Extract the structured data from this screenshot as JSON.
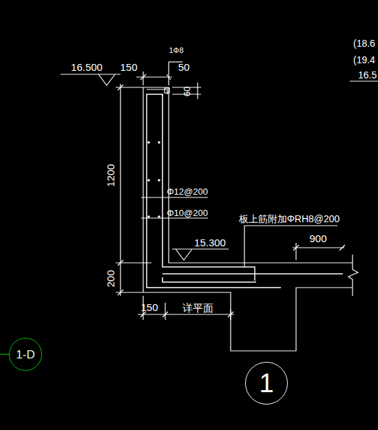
{
  "diagram": {
    "nodes": [
      {
        "text": [
          "1-D"
        ]
      },
      {
        "text": [
          "1"
        ]
      }
    ],
    "labels": [
      "(18.6",
      "(19.4",
      "16.5",
      "16.500",
      "150",
      "1Φ8",
      "50",
      "60",
      "1200",
      "Φ12@200",
      "Φ10@200",
      "板上筋附加ΦRH8@200",
      "15.300",
      "900",
      "200",
      "150",
      "详平面"
    ]
  }
}
